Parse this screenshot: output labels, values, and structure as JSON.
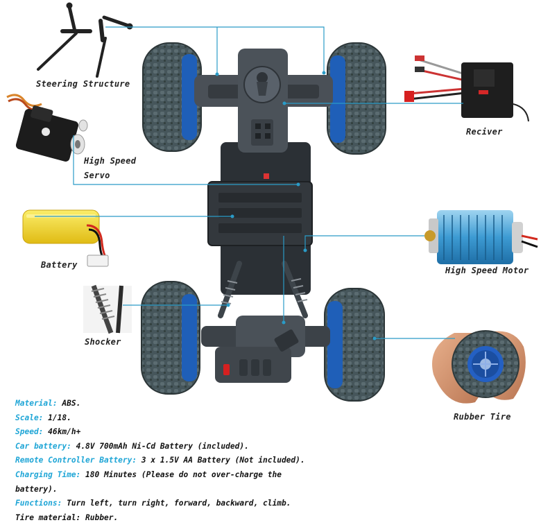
{
  "labels": {
    "steering": "Steering Structure",
    "servo_line1": "High Speed",
    "servo_line2": "Servo",
    "receiver": "Reciver",
    "battery": "Battery",
    "motor": "High Speed Motor",
    "shocker": "Shocker",
    "tire": "Rubber Tire"
  },
  "specs": [
    {
      "key": "Material:",
      "value": "ABS."
    },
    {
      "key": "Scale:",
      "value": "1/18."
    },
    {
      "key": "Speed:",
      "value": "46km/h+"
    },
    {
      "key": "Car battery:",
      "value": "4.8V 700mAh Ni-Cd Battery (included)."
    },
    {
      "key": "Remote Controller Battery:",
      "value": "3 x 1.5V AA Battery (Not included)."
    },
    {
      "key": "Charging Time:",
      "value": "180 Minutes (Please do not over-charge the battery)."
    },
    {
      "key": "Functions:",
      "value": "Turn left, turn right, forward, backward, climb."
    },
    {
      "key": "",
      "value": "Tire material: Rubber."
    }
  ],
  "colors": {
    "accent": "#1ea5d6",
    "callout_line": "#2a9bc7",
    "tire": "#3d4b50",
    "rim": "#1f5fb8",
    "chassis": "#3a4046",
    "battery": "#f2d22a"
  }
}
